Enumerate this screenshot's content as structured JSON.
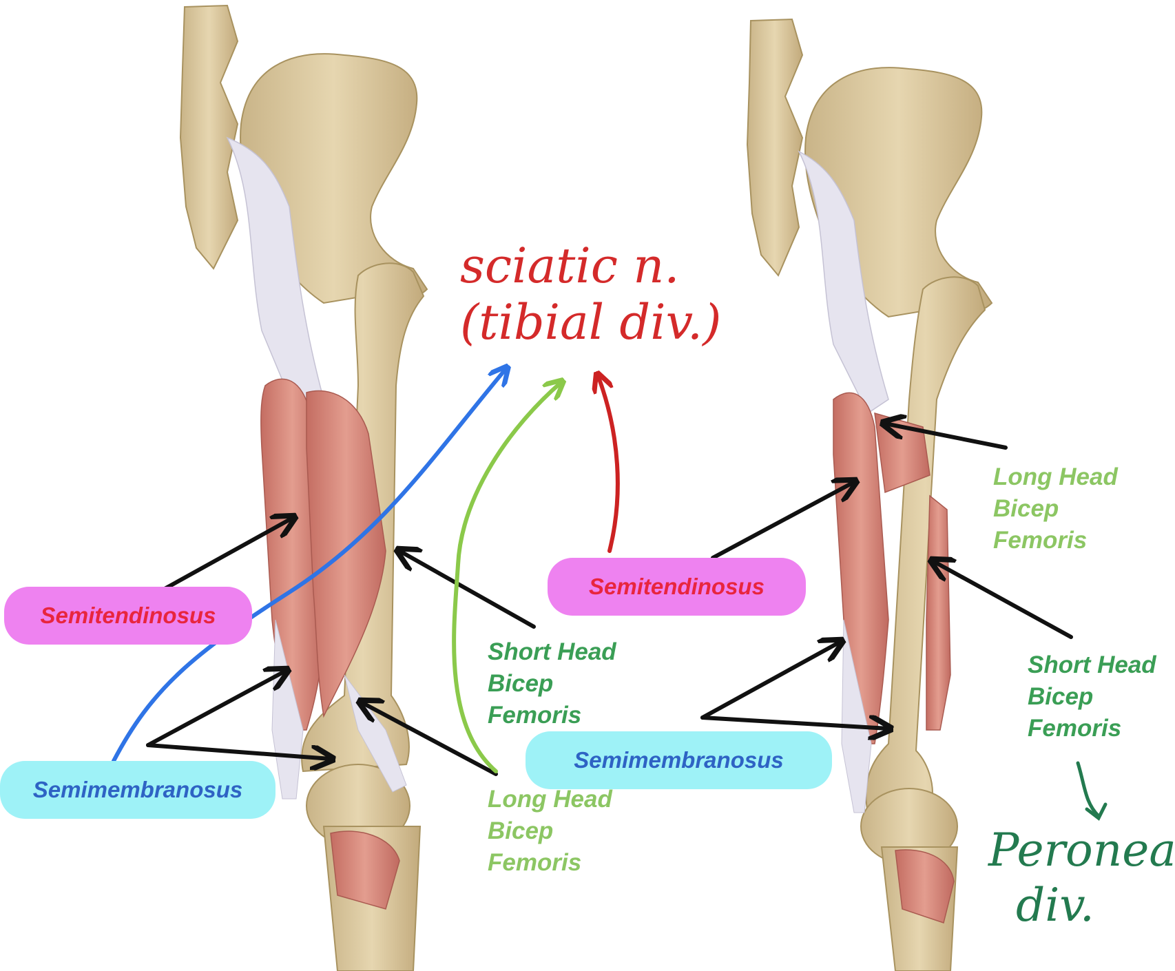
{
  "colors": {
    "bone": "#dcc9a0",
    "bone_shade": "#b9a175",
    "muscle": "#d98a7c",
    "muscle_shade": "#c06a60",
    "tendon": "#e8e6ee",
    "arrow_black": "#111111",
    "arrow_blue": "#2f74e6",
    "arrow_green": "#8bc94a",
    "arrow_red": "#cc2222",
    "pill_pink": "#ee82f0",
    "pill_cyan": "#9ef2f7",
    "text_red": "#e8253e",
    "text_blue": "#2e63c4",
    "text_green_dark": "#3a9e55",
    "text_green_light": "#8cc663"
  },
  "annotation": {
    "sciatic_line1": "sciatic n.",
    "sciatic_line2": "(tibial div.)",
    "peroneal_line1": "Peroneal",
    "peroneal_line2": "div."
  },
  "left_figure": {
    "semitendinosus": "Semitendinosus",
    "semimembranosus": "Semimembranosus",
    "short_head": [
      "Short Head",
      "Bicep",
      "Femoris"
    ],
    "long_head": [
      "Long Head",
      "Bicep",
      "Femoris"
    ]
  },
  "right_figure": {
    "semitendinosus": "Semitendinosus",
    "semimembranosus": "Semimembranosus",
    "long_head": [
      "Long Head",
      "Bicep",
      "Femoris"
    ],
    "short_head": [
      "Short Head",
      "Bicep",
      "Femoris"
    ]
  }
}
